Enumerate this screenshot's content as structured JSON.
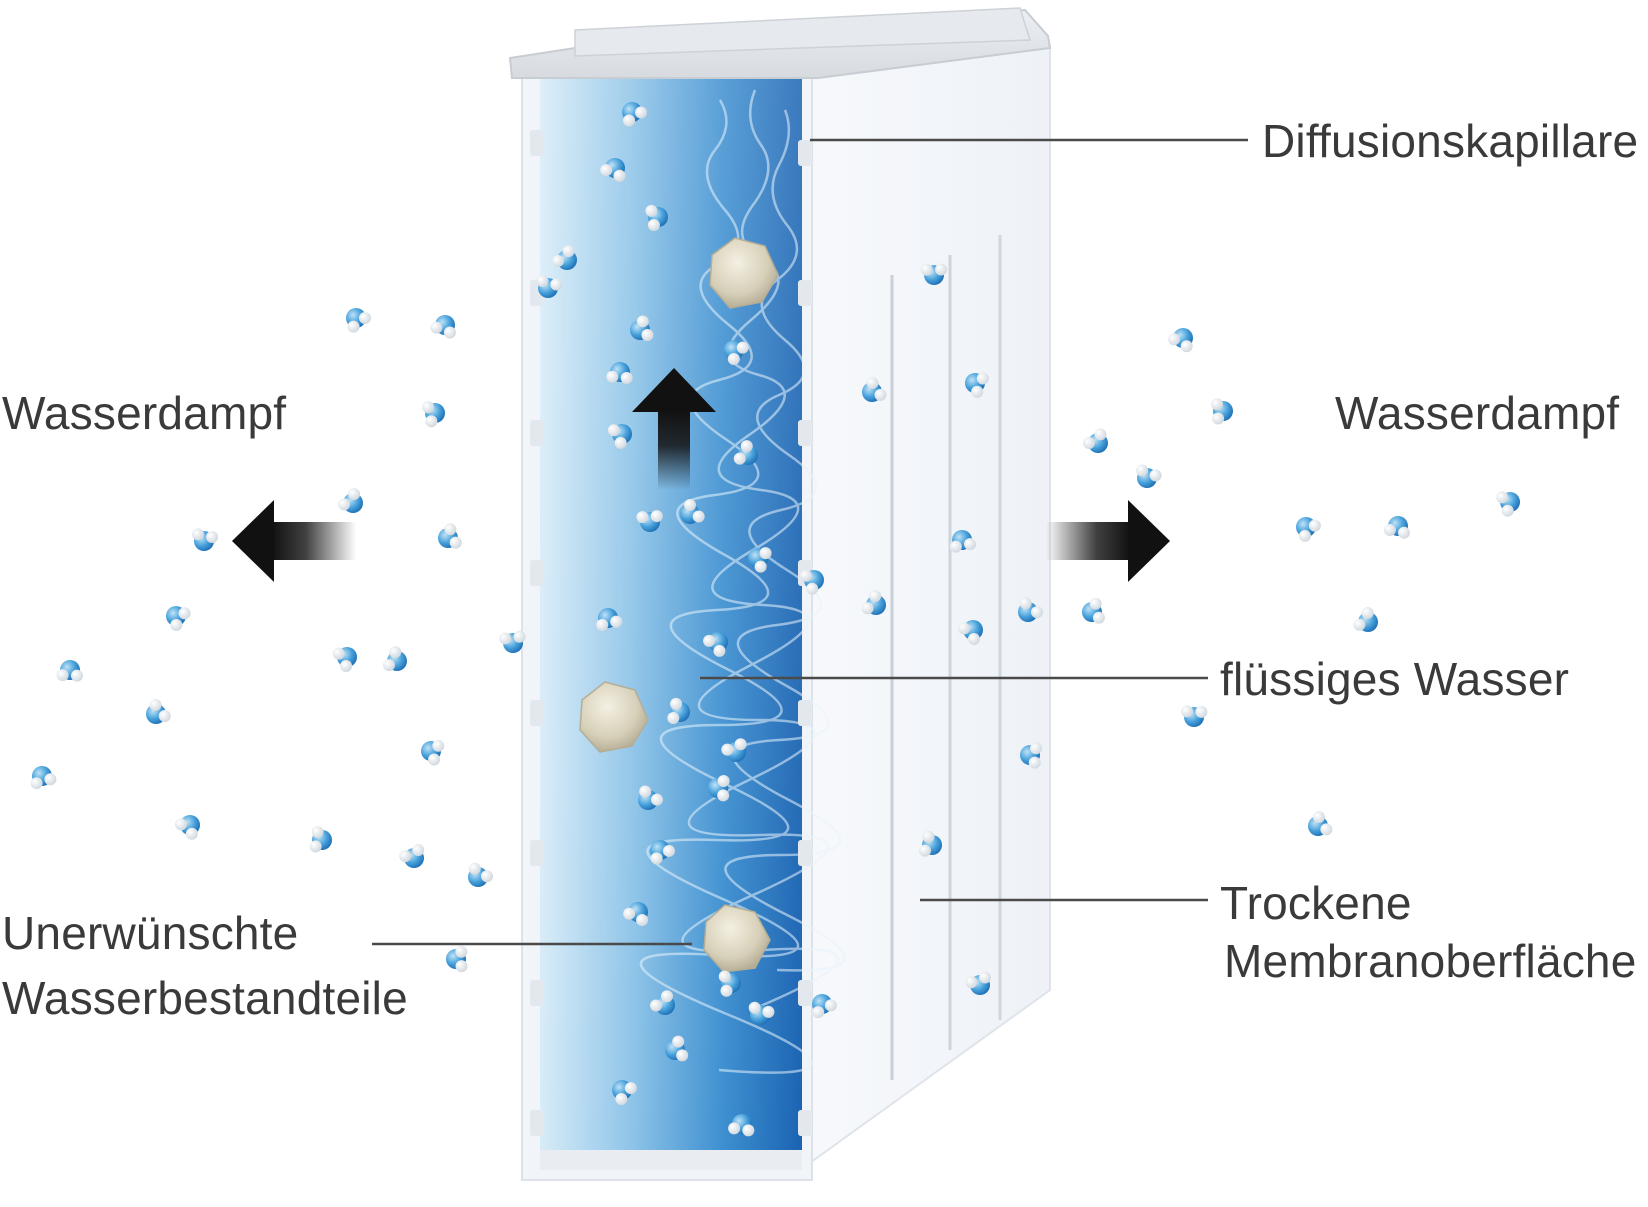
{
  "labels": {
    "diffusion_capillary": "Diffusionskapillare",
    "vapor_left": "Wasserdampf",
    "vapor_right": "Wasserdampf",
    "liquid_water": "flüssiges Wasser",
    "unwanted_line1": "Unerwünschte",
    "unwanted_line2": "Wasserbestandteile",
    "dry_line1": "Trockene",
    "dry_line2": "Membranoberfläche"
  },
  "colors": {
    "label_text": "#3a3a3a",
    "leader_line": "#4a4a4a",
    "water_light": "#d3e9f6",
    "water_deep": "#1d6fbd",
    "molecule_blue": "#3c9ad8",
    "contaminant": "#d9d3bf",
    "arrow": "#111111"
  },
  "icons": {
    "vapor_left_arrow": "arrow-left-icon",
    "vapor_right_arrow": "arrow-right-icon",
    "flow_up_arrow": "arrow-up-icon"
  }
}
